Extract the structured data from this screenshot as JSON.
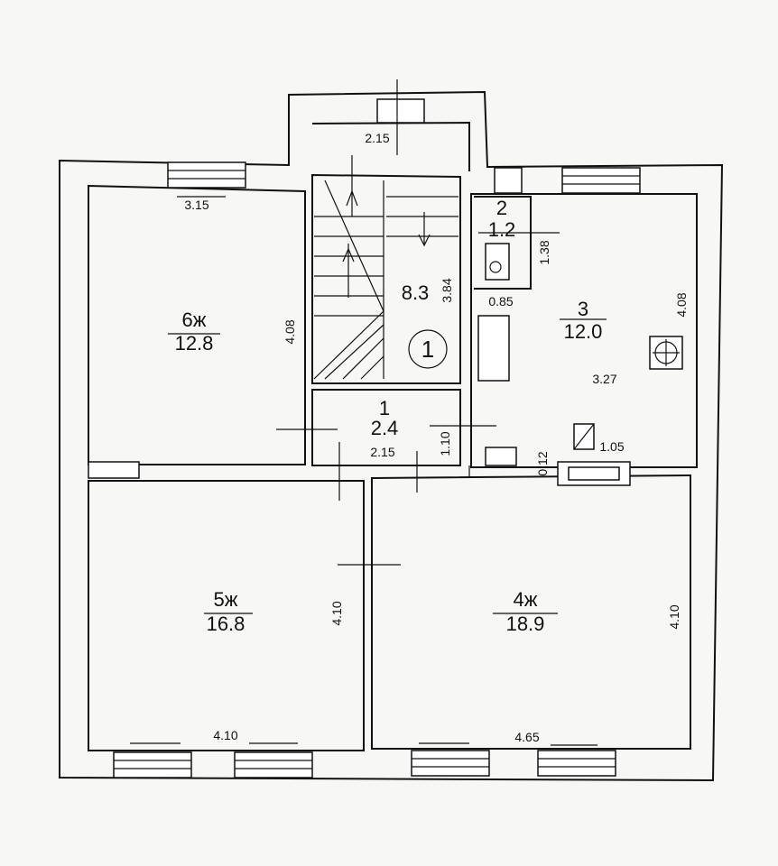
{
  "rooms": {
    "room1": {
      "number": "1",
      "area": "2.4"
    },
    "room2": {
      "number": "2",
      "area": "1.2"
    },
    "room3": {
      "number": "3",
      "area": "12.0"
    },
    "room4": {
      "number": "4ж",
      "area": "18.9"
    },
    "room5": {
      "number": "5ж",
      "area": "16.8"
    },
    "room6": {
      "number": "6ж",
      "area": "12.8"
    },
    "stair": {
      "area": "8.3"
    }
  },
  "marker": "1",
  "dims": {
    "d_top_stair": "2.15",
    "d_r6_top": "3.15",
    "d_r6_side": "4.08",
    "d_stair_side": "3.84",
    "d_r2_side": "1.38",
    "d_r3_085": "0.85",
    "d_r3_side": "4.08",
    "d_r3_327": "3.27",
    "d_r1_bottom": "2.15",
    "d_r1_side": "1.10",
    "d_012": "0.12",
    "d_105": "1.05",
    "d_r5_side": "4.10",
    "d_r5_bottom": "4.10",
    "d_r4_side": "4.10",
    "d_r4_bottom": "4.65"
  }
}
